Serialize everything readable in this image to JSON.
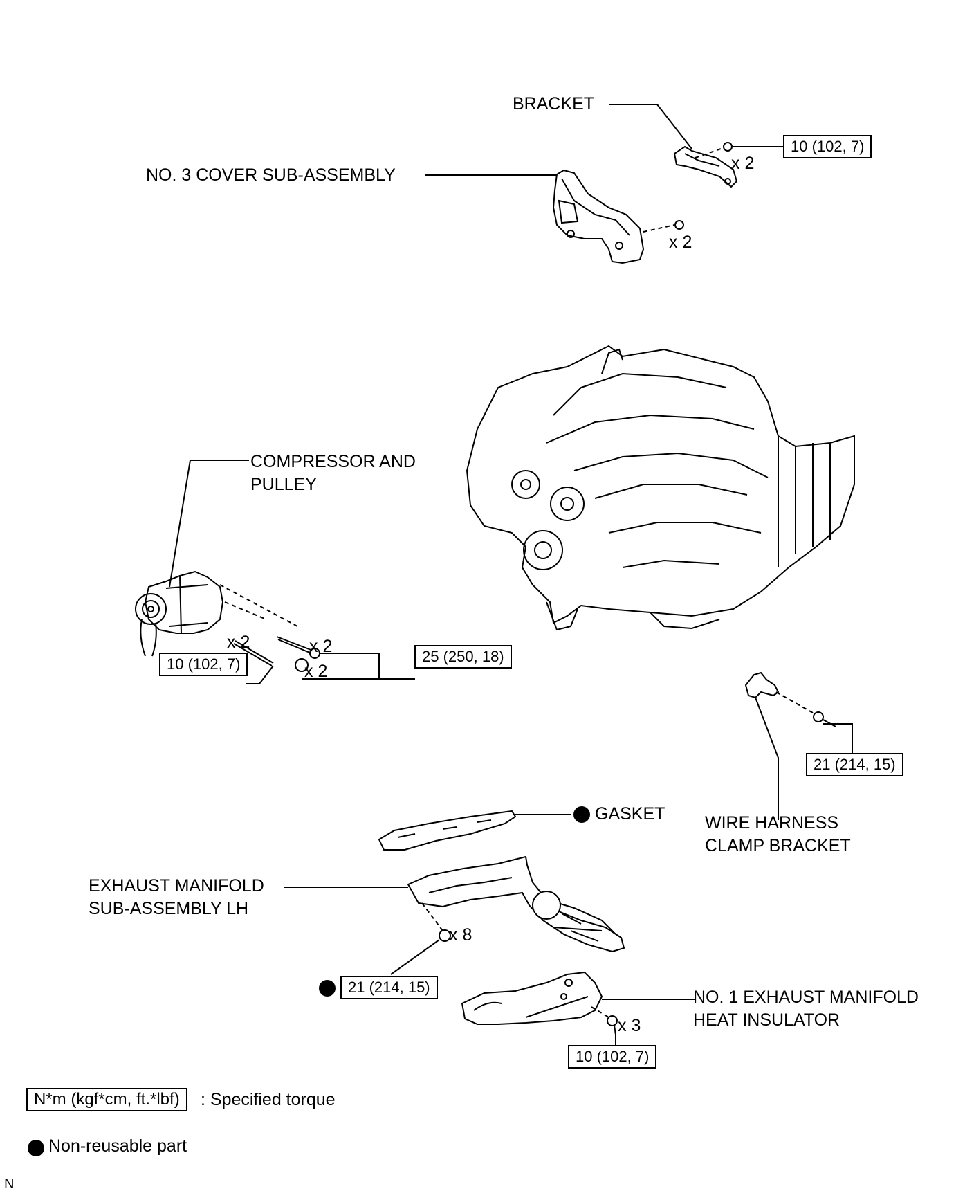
{
  "parts": {
    "bracket": "BRACKET",
    "no3_cover": "NO. 3 COVER SUB-ASSEMBLY",
    "compressor": [
      "COMPRESSOR AND",
      "PULLEY"
    ],
    "wire_harness": [
      "WIRE HARNESS",
      "CLAMP BRACKET"
    ],
    "gasket": "GASKET",
    "exhaust_manifold": [
      "EXHAUST MANIFOLD",
      "SUB-ASSEMBLY LH"
    ],
    "heat_insulator": [
      "NO. 1 EXHAUST MANIFOLD",
      "HEAT INSULATOR"
    ]
  },
  "torques": {
    "bracket_bolt": "10 (102, 7)",
    "compressor_stud": "10 (102, 7)",
    "compressor_bolt": "25 (250, 18)",
    "wire_harness_bolt": "21 (214, 15)",
    "manifold_nut": "21 (214, 15)",
    "insulator_bolt": "10 (102, 7)"
  },
  "quantities": {
    "bracket": "x 2",
    "cover": "x 2",
    "comp_stud": "x 2",
    "comp_bolt": "x 2",
    "comp_nut": "x 2",
    "manifold_nut": "x 8",
    "insulator_bolt": "x 3"
  },
  "legend": {
    "torque_box": "N*m (kgf*cm, ft.*lbf)",
    "torque_text": ": Specified torque",
    "nonreusable_text": "Non-reusable part"
  },
  "corner_code": "N"
}
